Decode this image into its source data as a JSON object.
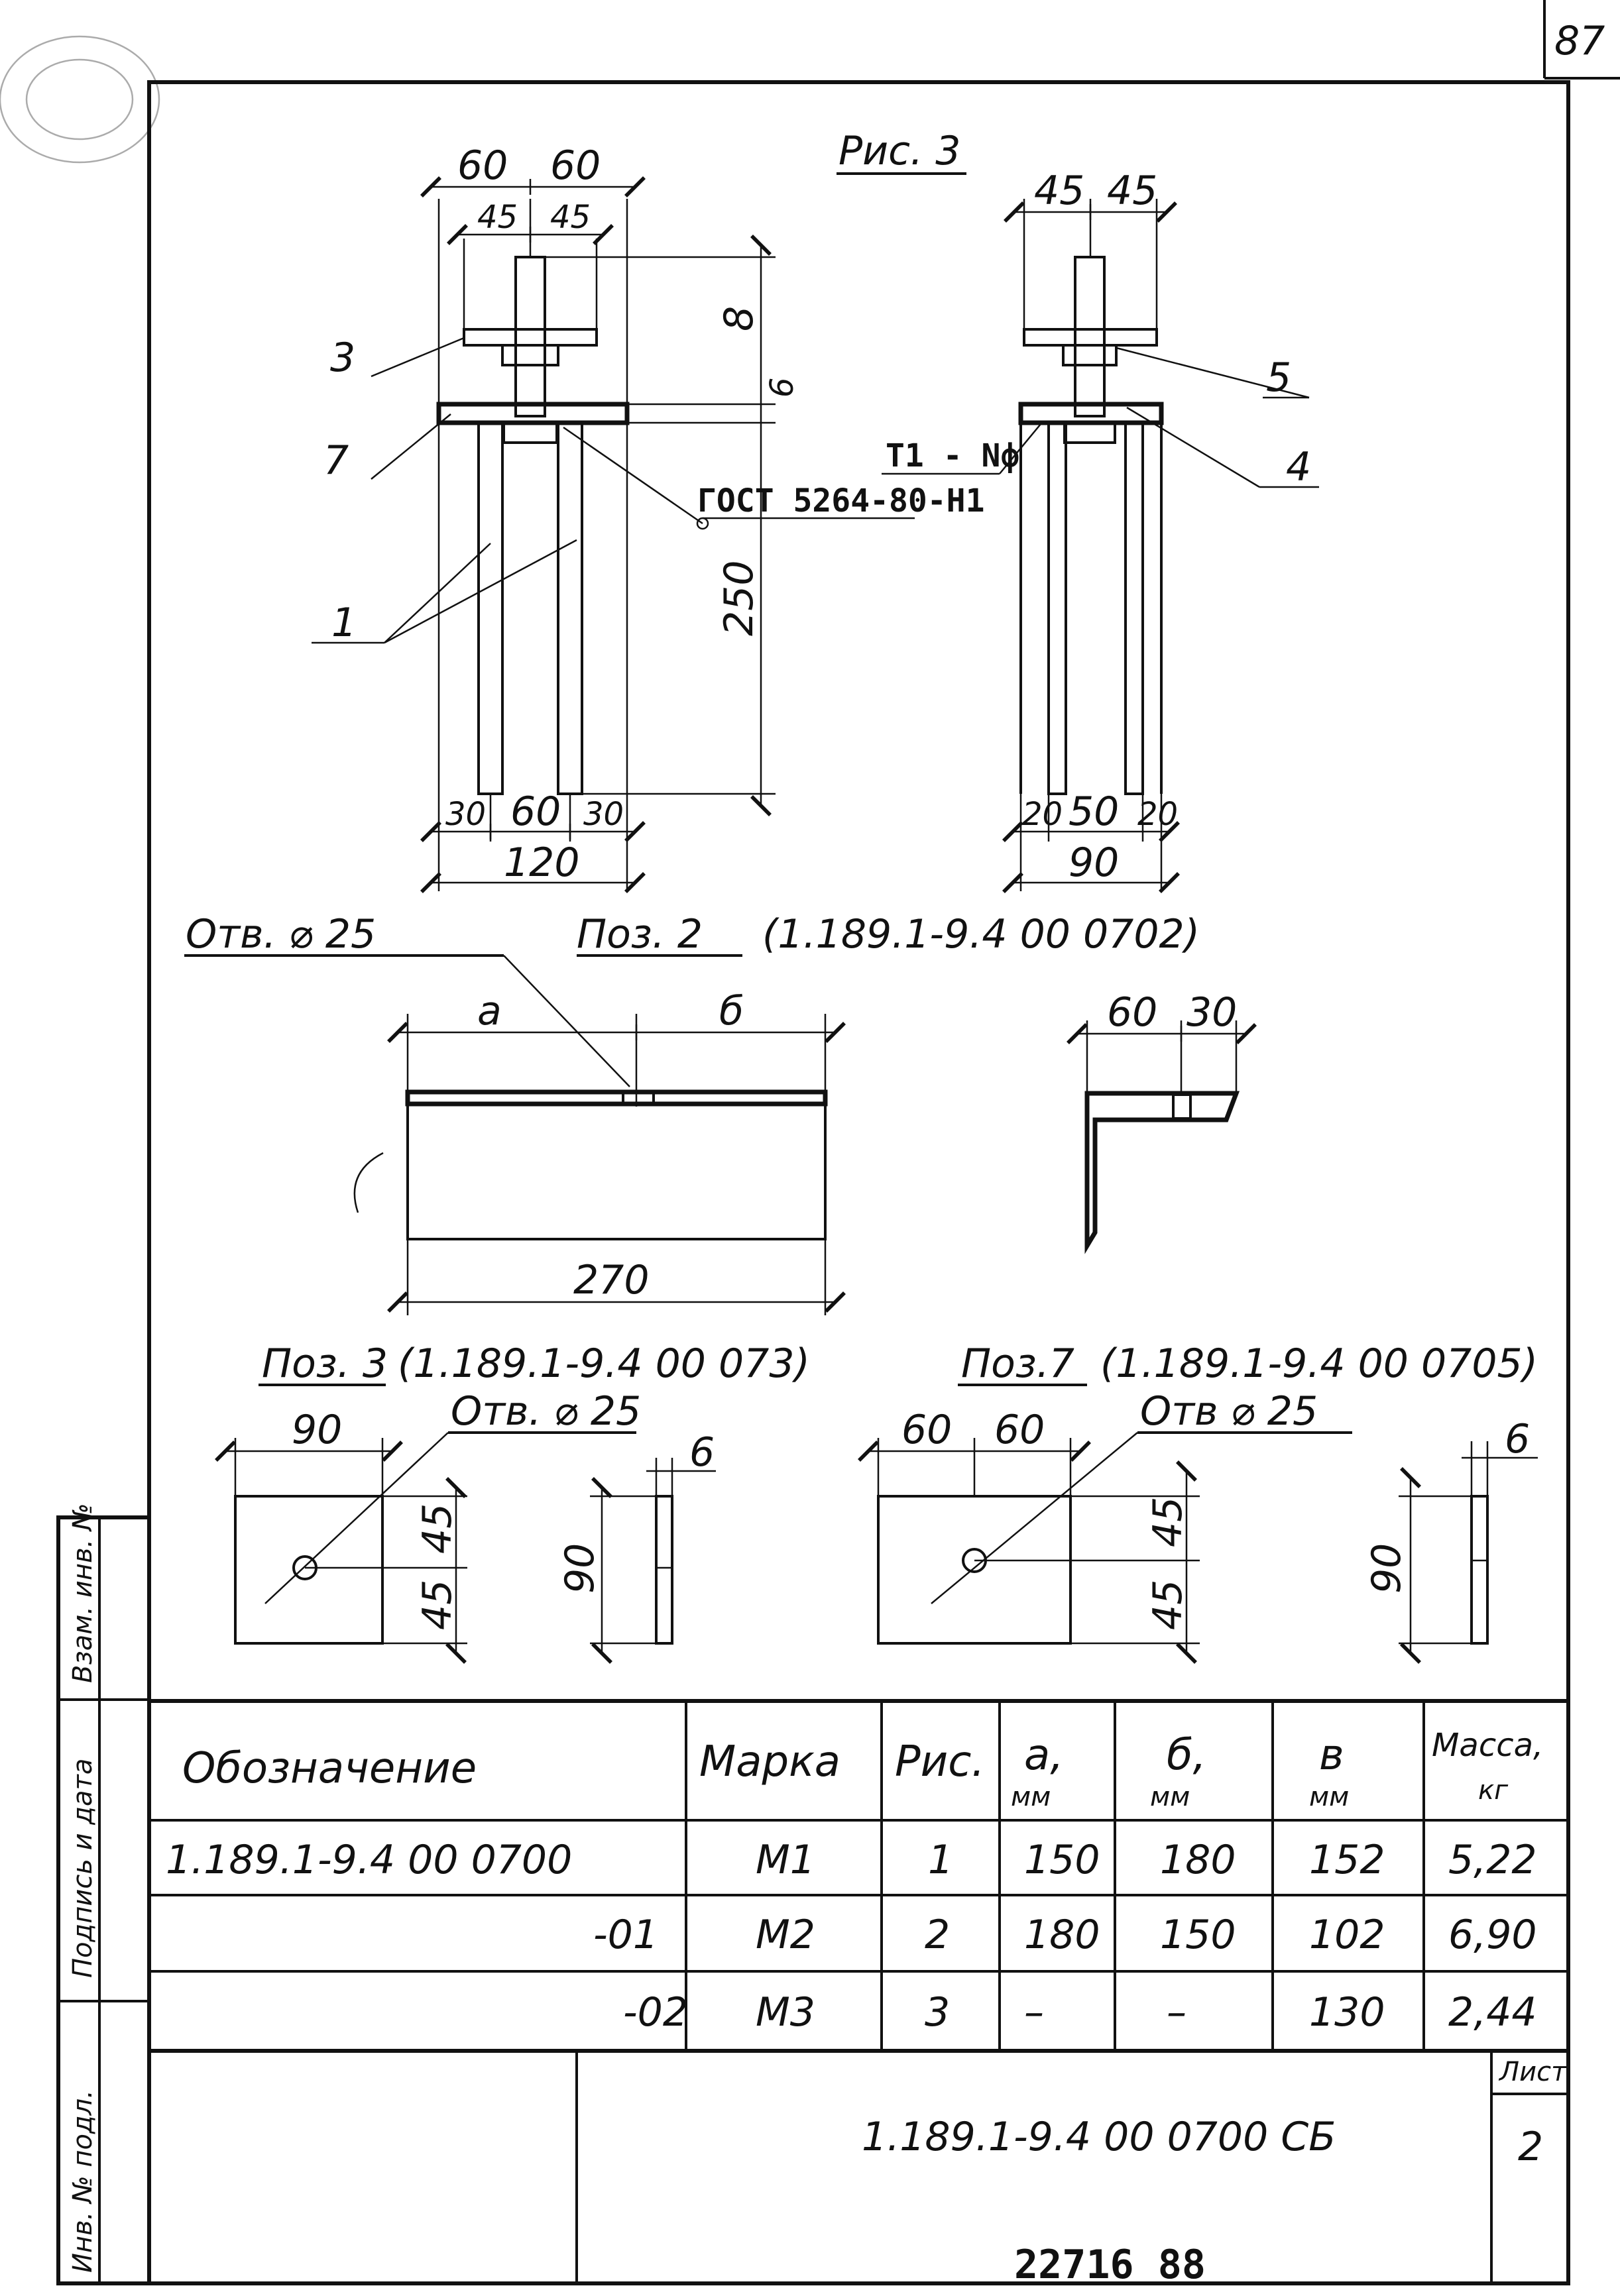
{
  "page_number_top": "87",
  "title": "Рис. 3",
  "fig3": {
    "dims_top": [
      "60",
      "60",
      "45",
      "45"
    ],
    "dims_top_right": [
      "45",
      "45"
    ],
    "dim_v": [
      "8",
      "6",
      "250"
    ],
    "dims_bottom_left": [
      "30",
      "60",
      "30",
      "120"
    ],
    "dims_bottom_right": [
      "20",
      "50",
      "20",
      "90"
    ],
    "callouts": [
      "3",
      "7",
      "1",
      "5",
      "4"
    ],
    "gost": "ГОСТ 5264-80-Н1",
    "weld": "Т1 - Nф"
  },
  "poz2": {
    "hole": "Отв. ⌀ 25",
    "label": "Поз. 2",
    "ref": "(1.189.1-9.4 00 0702)",
    "dim_a": "а",
    "dim_b": "б",
    "dim_len": "270",
    "side_dims": [
      "60",
      "30"
    ]
  },
  "poz3": {
    "label": "Поз. 3",
    "ref": "(1.189.1-9.4 00 073)",
    "hole": "Отв. ⌀ 25",
    "dims": [
      "90",
      "45",
      "45",
      "90",
      "6"
    ]
  },
  "poz7": {
    "label": "Поз.7",
    "ref": "(1.189.1-9.4 00 0705)",
    "hole": "Отв ⌀ 25",
    "dims": [
      "60",
      "60",
      "45",
      "45",
      "90",
      "6"
    ]
  },
  "side_stamp": [
    "Взам. инв. №",
    "Подпись и дата",
    "Инв. № подл."
  ],
  "table": {
    "headers": [
      "Обозначение",
      "Марка",
      "Рис.",
      "а,",
      "б,",
      "в",
      "Масса,"
    ],
    "units": [
      "",
      "",
      "",
      "мм",
      "мм",
      "мм",
      "кг"
    ],
    "rows": [
      [
        "1.189.1-9.4 00 0700",
        "М1",
        "1",
        "150",
        "180",
        "152",
        "5,22"
      ],
      [
        "-01",
        "М2",
        "2",
        "180",
        "150",
        "102",
        "6,90"
      ],
      [
        "-02",
        "М3",
        "3",
        "–",
        "–",
        "130",
        "2,44"
      ]
    ]
  },
  "title_block": {
    "code": "1.189.1-9.4 00 0700 СБ",
    "sheet_label": "Лист",
    "sheet_no": "2"
  },
  "bottom_stamp": "22716   88"
}
